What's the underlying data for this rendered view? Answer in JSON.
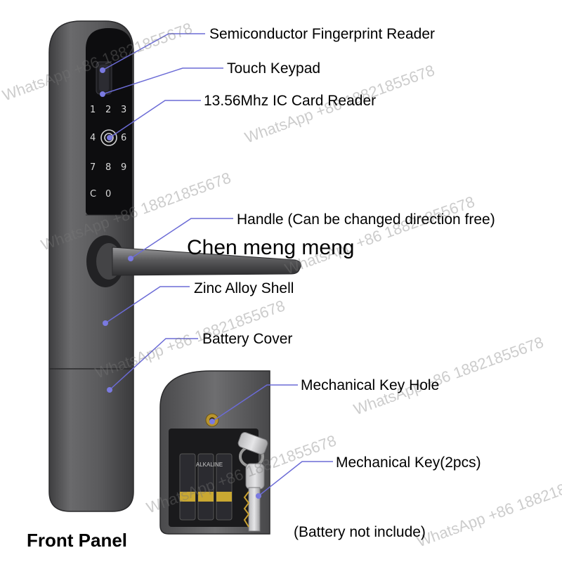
{
  "labels": {
    "fingerprint": "Semiconductor Fingerprint Reader",
    "keypad": "Touch Keypad",
    "card_reader": "13.56Mhz IC Card Reader",
    "handle": "Handle (Can be changed direction free)",
    "shell": "Zinc Alloy Shell",
    "battery_cover": "Battery Cover",
    "key_hole": "Mechanical Key Hole",
    "key": "Mechanical Key(2pcs)",
    "battery_note": "(Battery not include)",
    "front_panel": "Front Panel"
  },
  "overlay_name": "Chen meng meng",
  "watermark_text": "WhatsApp +86 18821855678",
  "keypad_keys": [
    "1",
    "2",
    "3",
    "4",
    "6",
    "7",
    "8",
    "9",
    "C",
    "0"
  ],
  "battery_text": "ALKALINE",
  "colors": {
    "panel": "#5b5b5d",
    "panel_dark": "#3a3a3c",
    "glass": "#0d0d0f",
    "leader": "#6b6bd6",
    "dot": "#7a7ae0"
  }
}
